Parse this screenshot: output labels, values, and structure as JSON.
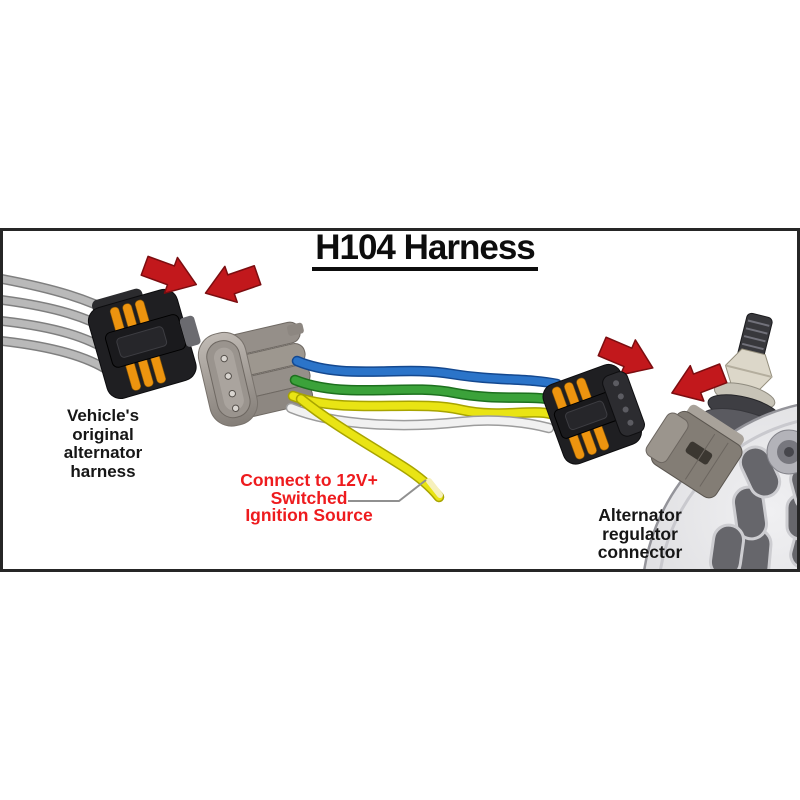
{
  "title": "H104 Harness",
  "labels": {
    "vehicle_harness": "Vehicle's\noriginal\nalternator\nharness",
    "ignition": "Connect to 12V+\nSwitched\nIgnition Source",
    "alternator": "Alternator\nregulator\nconnector"
  },
  "colors": {
    "arrow_red": "#c2181c",
    "label_red": "#ee1b1e",
    "label_black": "#161616",
    "wire_blue": "#2b74c9",
    "wire_green": "#3ba23a",
    "wire_yellow": "#e9e414",
    "wire_white": "#f1f1f1",
    "wire_gray": "#b9b9b9",
    "wire_bare_tip": "#f6f0bc",
    "seal_orange": "#ed940f",
    "connector_black": "#1f1f22",
    "connector_gray": "#9a948e",
    "alternator_gray": "#d9d9dc",
    "frame_border": "#262626"
  },
  "wires": {
    "vehicle_side": [
      "gray",
      "gray",
      "gray",
      "gray"
    ],
    "harness": [
      "blue",
      "green",
      "yellow",
      "white"
    ],
    "ignition_branch": "yellow"
  }
}
